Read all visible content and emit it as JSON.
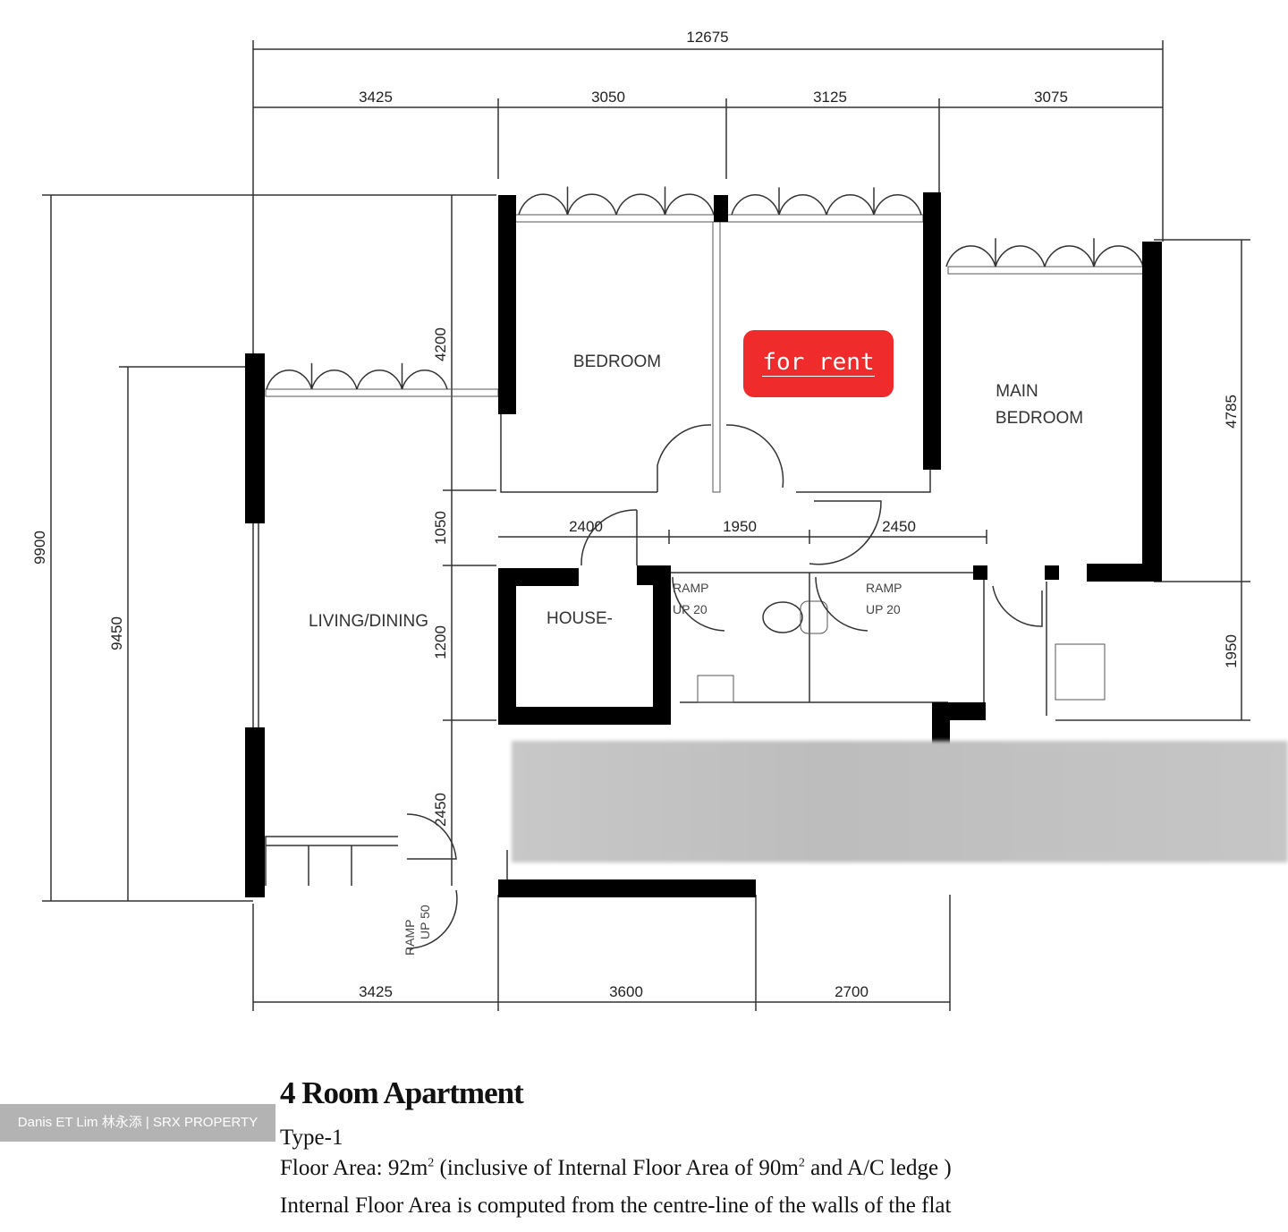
{
  "plan": {
    "dimensions": {
      "overall_width": "12675",
      "top_segments": [
        "3425",
        "3050",
        "3125",
        "3075"
      ],
      "bottom_segments": [
        "3425",
        "3600",
        "2700"
      ],
      "corridor_segments": [
        "2400",
        "1950",
        "2450"
      ],
      "left_overall": "9900",
      "left_inner": "9450",
      "right_upper": "4785",
      "right_lower": "1950",
      "inner_vertical": [
        "4200",
        "1050",
        "1200",
        "2450"
      ]
    },
    "rooms": {
      "bedroom": "BEDROOM",
      "main_bedroom_line1": "MAIN",
      "main_bedroom_line2": "BEDROOM",
      "living_dining": "LIVING/DINING",
      "household_shelter": "HOUSE-",
      "ramp_1a": "RAMP",
      "ramp_1b": "UP 20",
      "ramp_2a": "RAMP",
      "ramp_2b": "UP 20",
      "ramp_3a": "RAMP",
      "ramp_3b": "UP 50"
    },
    "badge": {
      "label": "for rent",
      "color": "#ef2b2b"
    }
  },
  "watermark": "Danis ET Lim 林永添 | SRX PROPERTY",
  "caption": {
    "title": "4 Room Apartment",
    "type": "Type-1",
    "floor_area_prefix": "Floor Area: 92m",
    "floor_area_mid": " (inclusive of Internal Floor Area of 90m",
    "floor_area_suffix": " and A/C ledge )",
    "superscript": "2",
    "note": "Internal Floor Area is computed from the centre-line of the walls of the flat"
  }
}
